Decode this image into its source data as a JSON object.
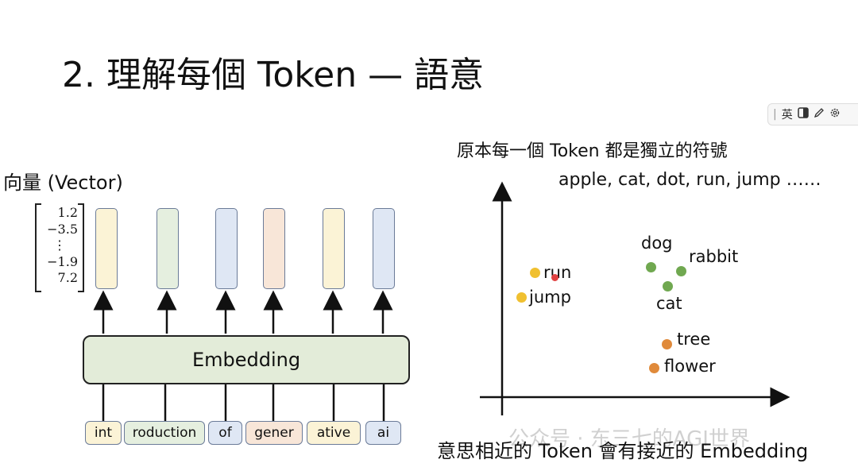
{
  "title": "2. 理解每個 Token — 語意",
  "left": {
    "vector_label": "向量 (Vector)",
    "vector_values": [
      "1.2",
      "−3.5",
      "⋮",
      "−1.9",
      "7.2"
    ],
    "embedding_label": "Embedding",
    "tokens": [
      "int",
      "roduction",
      "of",
      "gener",
      "ative",
      "ai"
    ],
    "vector_colors": [
      "#fbf3d6",
      "#e5efdf",
      "#dfe7f4",
      "#f8e6d8",
      "#fbf3d6",
      "#dfe7f4"
    ],
    "token_colors": [
      "#fbf3d6",
      "#e5efdf",
      "#dfe7f4",
      "#f8e6d8",
      "#fbf3d6",
      "#dfe7f4"
    ]
  },
  "right": {
    "heading": "原本每一個 Token 都是獨立的符號",
    "examples": "apple, cat, dot, run, jump ……",
    "points": [
      {
        "label": "run",
        "color": "#f0c030"
      },
      {
        "label": "jump",
        "color": "#f0c030"
      },
      {
        "label": "dog",
        "color": "#70a850"
      },
      {
        "label": "rabbit",
        "color": "#70a850"
      },
      {
        "label": "cat",
        "color": "#70a850"
      },
      {
        "label": "tree",
        "color": "#e08a3a"
      },
      {
        "label": "flower",
        "color": "#e08a3a"
      }
    ],
    "caption": "意思相近的 Token 會有接近的 Embedding"
  },
  "watermark": "公众号 · 东三七的AGI世界",
  "toolbar": {
    "items": [
      "英"
    ],
    "icons": [
      "half-circle-icon",
      "pen-icon",
      "gear-icon"
    ]
  }
}
